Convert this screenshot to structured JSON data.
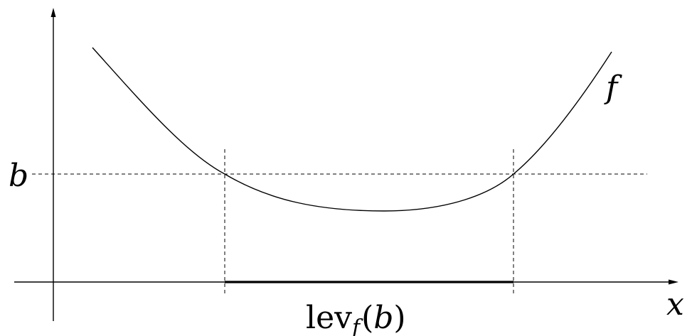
{
  "diagram": {
    "labels": {
      "function": "f",
      "level": "b",
      "x_axis": "x",
      "set_name": "lev",
      "set_subscript": "f",
      "set_open": "(",
      "set_argument": "b",
      "set_close": ")"
    },
    "colors": {
      "ink": "#000000",
      "background": "#ffffff"
    }
  }
}
